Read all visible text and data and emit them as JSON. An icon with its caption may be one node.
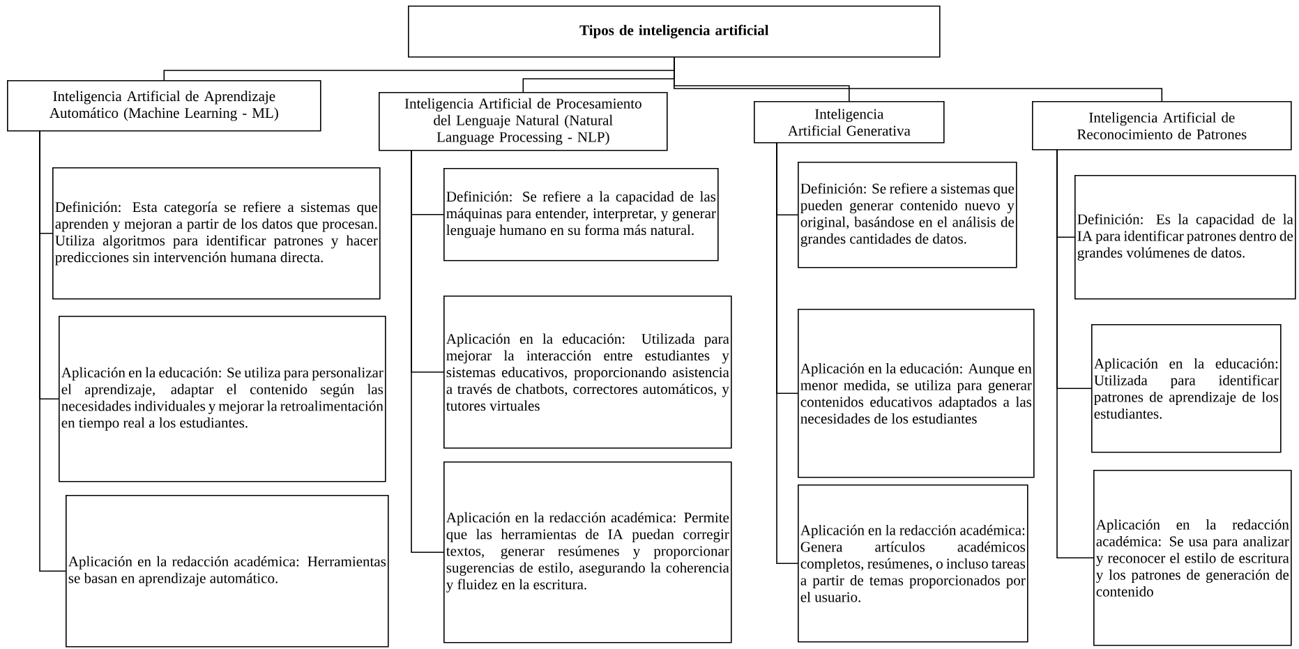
{
  "diagram": {
    "nodes": [
      {
        "text": [
          "Tipos de inteligencia artificial"
        ]
      },
      {
        "text": [
          "Inteligencia Artificial de Aprendizaje Automático (Machine Learning - ML)"
        ]
      },
      {
        "text": [
          "Definición: Esta categoría se refiere a sistemas que aprenden y mejoran a partir de los datos que procesan. Utiliza algoritmos para identificar patrones y hacer predicciones sin intervención humana directa."
        ]
      },
      {
        "text": [
          "Aplicación en la educación: Se utiliza para personalizar el aprendizaje, adaptar el contenido según las necesidades individuales y mejorar la retroalimentación en tiempo real a los estudiantes."
        ]
      },
      {
        "text": [
          "Aplicación en la redacción académica: Herramientas se basan en aprendizaje automático."
        ]
      },
      {
        "text": [
          "Inteligencia Artificial de Procesamiento del Lenguaje Natural (Natural Language Processing - NLP)"
        ]
      },
      {
        "text": [
          "Definición: Se refiere a la capacidad de las máquinas para entender, interpretar, y generar lenguaje humano en su forma más natural."
        ]
      },
      {
        "text": [
          "Aplicación en la educación: Utilizada para mejorar la interacción entre estudiantes y sistemas educativos, proporcionando asistencia a través de chatbots, correctores automáticos, y tutores virtuales"
        ]
      },
      {
        "text": [
          "Aplicación en la redacción académica: Permite que las herramientas de IA puedan corregir textos, generar resúmenes y proporcionar sugerencias de estilo, asegurando la coherencia y fluidez en la escritura."
        ]
      },
      {
        "text": [
          "Inteligencia Artificial Generativa"
        ]
      },
      {
        "text": [
          "Definición: Se refiere a sistemas que pueden generar contenido nuevo y original, basándose en el análisis de grandes cantidades de datos."
        ]
      },
      {
        "text": [
          "Aplicación en la educación: Aunque en menor medida, se utiliza para generar contenidos educativos adaptados a las necesidades de los estudiantes"
        ]
      },
      {
        "text": [
          "Aplicación en la redacción académica: Genera artículos académicos completos, resúmenes, o incluso tareas a partir de temas proporcionados por el usuario."
        ]
      },
      {
        "text": [
          "Inteligencia Artificial de Reconocimiento de Patrones"
        ]
      },
      {
        "text": [
          "Definición: Es la capacidad de la IA para identificar patrones dentro de grandes volúmenes de datos."
        ]
      },
      {
        "text": [
          "Aplicación en la educación: Utilizada para identificar patrones de aprendizaje de los estudiantes."
        ]
      },
      {
        "text": [
          "Aplicación en la redacción académica: Se usa para analizar y reconocer el estilo de escritura y los patrones de generación de contenido"
        ]
      }
    ],
    "edges": [
      {
        "from": 0,
        "to": 1,
        "arrow": "none"
      },
      {
        "from": 0,
        "to": 5,
        "arrow": "none"
      },
      {
        "from": 0,
        "to": 9,
        "arrow": "none"
      },
      {
        "from": 0,
        "to": 13,
        "arrow": "none"
      },
      {
        "from": 1,
        "to": 2,
        "arrow": "none"
      },
      {
        "from": 1,
        "to": 3,
        "arrow": "none"
      },
      {
        "from": 1,
        "to": 4,
        "arrow": "none"
      },
      {
        "from": 5,
        "to": 6,
        "arrow": "none"
      },
      {
        "from": 5,
        "to": 7,
        "arrow": "none"
      },
      {
        "from": 5,
        "to": 8,
        "arrow": "none"
      },
      {
        "from": 9,
        "to": 10,
        "arrow": "none"
      },
      {
        "from": 9,
        "to": 11,
        "arrow": "none"
      },
      {
        "from": 9,
        "to": 12,
        "arrow": "none"
      },
      {
        "from": 13,
        "to": 14,
        "arrow": "none"
      },
      {
        "from": 13,
        "to": 15,
        "arrow": "none"
      },
      {
        "from": 13,
        "to": 16,
        "arrow": "none"
      }
    ]
  }
}
